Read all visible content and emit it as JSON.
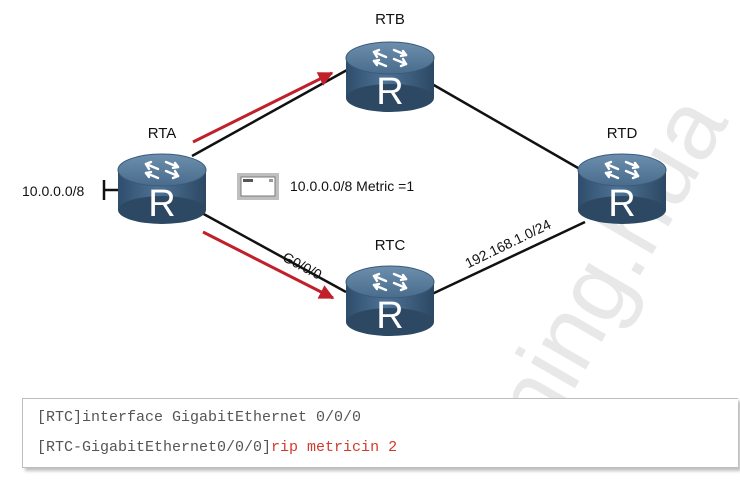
{
  "routers": {
    "rtb": {
      "name": "RTB",
      "glyph": "R"
    },
    "rta": {
      "name": "RTA",
      "glyph": "R"
    },
    "rtd": {
      "name": "RTD",
      "glyph": "R"
    },
    "rtc": {
      "name": "RTC",
      "glyph": "R"
    }
  },
  "labels": {
    "rta_network": "10.0.0.0/8",
    "interface": "G0/0/0",
    "link_subnet": "192.168.1.0/24",
    "route_update": "10.0.0.0/8 Metric =1"
  },
  "cli": {
    "line1": "[RTC]interface GigabitEthernet 0/0/0",
    "line2_prompt": "[RTC-GigabitEthernet0/0/0]",
    "line2_cmd": "rip metricin 2"
  },
  "watermark": "ning.hua",
  "colors": {
    "router_top": "#4b6e8e",
    "router_body": "#3a5a79",
    "arrow": "#c0202a",
    "link": "#111111",
    "cli_command": "#d23a2c"
  }
}
